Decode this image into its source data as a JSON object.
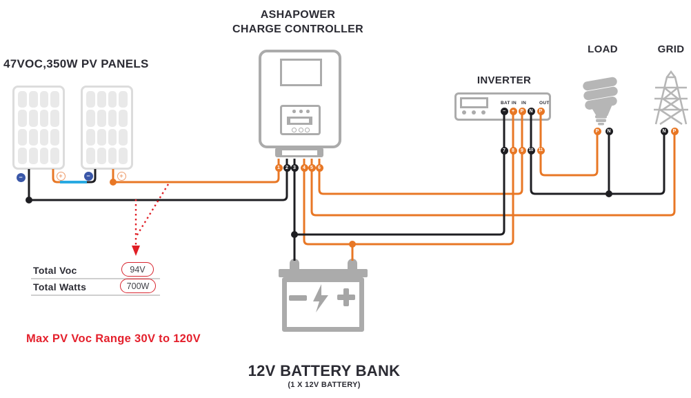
{
  "header": {
    "controller_title_line1": "ASHAPOWER",
    "controller_title_line2": "CHARGE CONTROLLER"
  },
  "pv": {
    "label": "47VOC,350W PV PANELS",
    "panel1": {
      "neg": "−",
      "pos": "+"
    },
    "panel2": {
      "neg": "−",
      "pos": "+"
    }
  },
  "controller": {
    "terminals": [
      {
        "num": "1",
        "color": "#E87725"
      },
      {
        "num": "2",
        "color": "#1E1E22"
      },
      {
        "num": "3",
        "color": "#1E1E22"
      },
      {
        "num": "4",
        "color": "#E87725"
      },
      {
        "num": "5",
        "color": "#E87725"
      },
      {
        "num": "6",
        "color": "#E87725"
      }
    ]
  },
  "inverter": {
    "label": "INVERTER",
    "terminal_groups": [
      "BAT IN",
      "IN",
      "OUT"
    ],
    "terminals": [
      {
        "sym": "−",
        "color": "#1E1E22"
      },
      {
        "sym": "+",
        "color": "#E87725"
      },
      {
        "sym": "P",
        "color": "#E87725"
      },
      {
        "sym": "N",
        "color": "#1E1E22"
      },
      {
        "sym": "P",
        "color": "#E87725"
      }
    ],
    "wire_numbers": [
      {
        "num": "7",
        "color": "#1E1E22"
      },
      {
        "num": "8",
        "color": "#E87725"
      },
      {
        "num": "9",
        "color": "#E87725"
      },
      {
        "num": "10",
        "color": "#1E1E22"
      },
      {
        "num": "11",
        "color": "#E87725"
      }
    ]
  },
  "load": {
    "label": "LOAD",
    "terminals": [
      {
        "sym": "P"
      },
      {
        "sym": "N"
      }
    ]
  },
  "grid": {
    "label": "GRID",
    "terminals": [
      {
        "sym": "N"
      },
      {
        "sym": "P"
      }
    ]
  },
  "battery": {
    "title": "12V BATTERY BANK",
    "subtitle": "(1 X 12V BATTERY)"
  },
  "readouts": {
    "total_voc_label": "Total Voc",
    "total_voc_value": "94V",
    "total_watts_label": "Total Watts",
    "total_watts_value": "700W",
    "max_note": "Max PV Voc Range 30V to 120V"
  },
  "colors": {
    "wire_orange": "#E87725",
    "wire_black": "#1E1E22",
    "wire_blue": "#29A9E1",
    "terminal_navy": "#3A57A8",
    "device_gray": "#ABABAB",
    "icon_gray": "#B6B6B6",
    "annotation_red": "#E4202C",
    "text_dark": "#2B2B33"
  }
}
